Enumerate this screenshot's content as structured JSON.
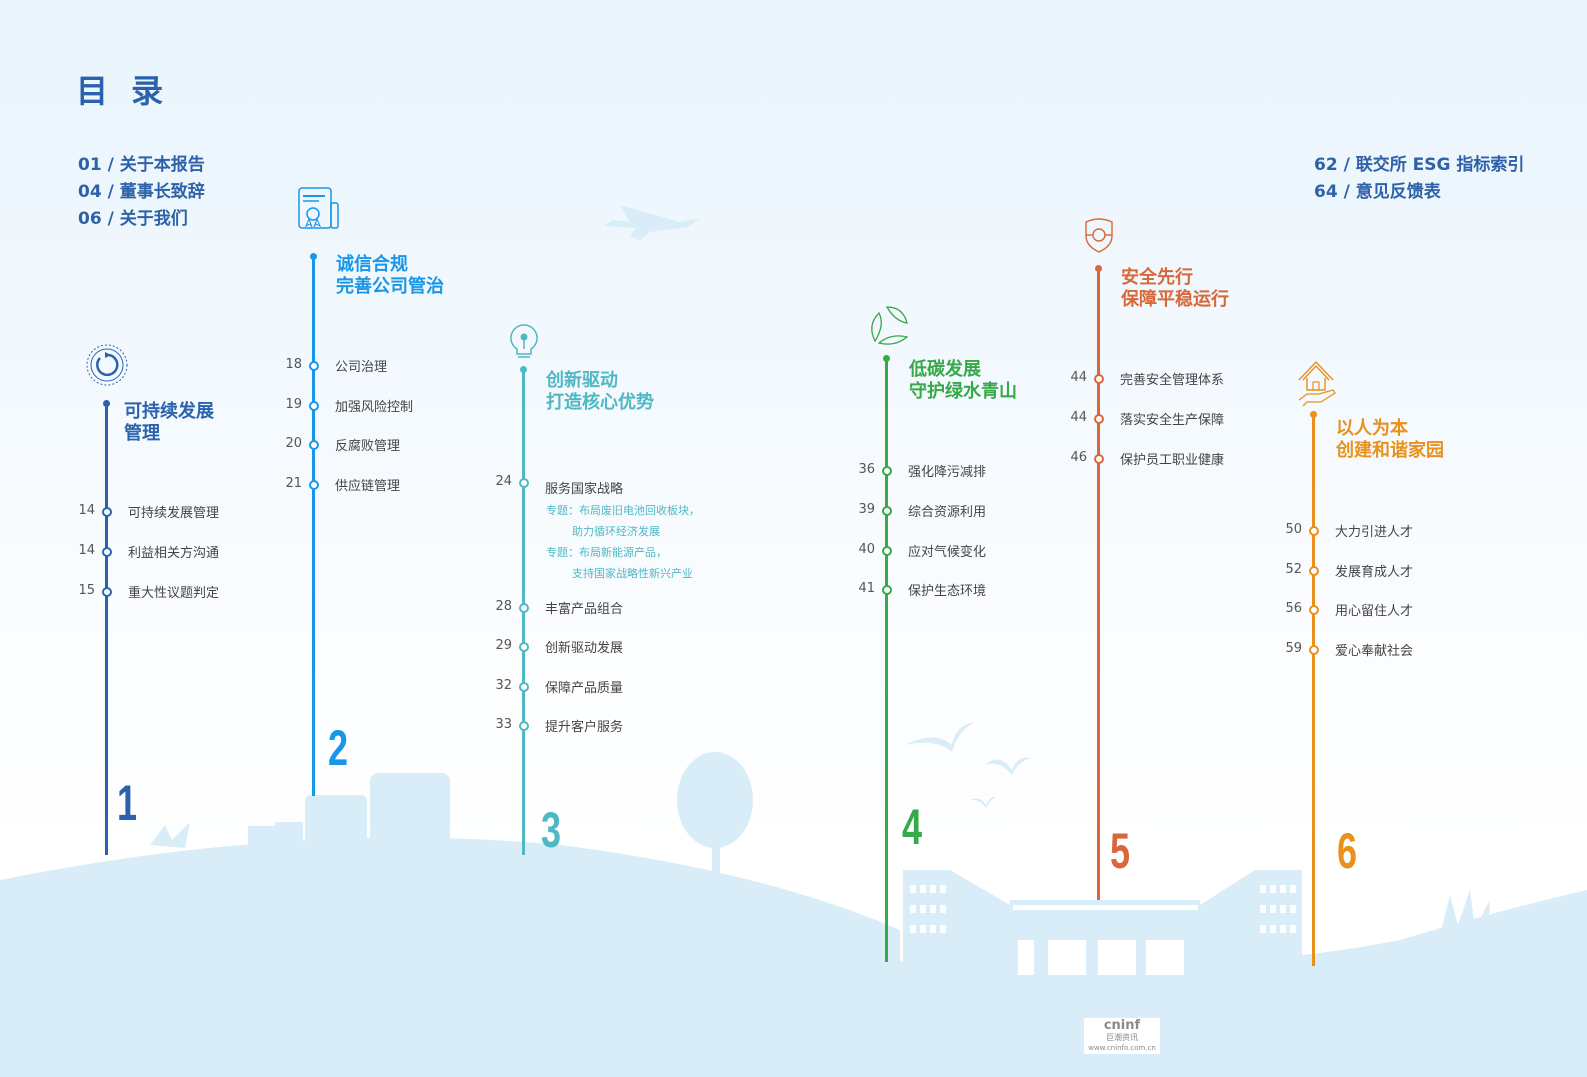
{
  "page_title": "目 录",
  "front_items": [
    {
      "page": "01",
      "label": "关于本报告"
    },
    {
      "page": "04",
      "label": "董事长致辞"
    },
    {
      "page": "06",
      "label": "关于我们"
    }
  ],
  "back_items": [
    {
      "page": "62",
      "label": "联交所 ESG 指标索引"
    },
    {
      "page": "64",
      "label": "意见反馈表"
    }
  ],
  "sections": [
    {
      "number": "1",
      "color": "#2a62ad",
      "icon": "cycle-arrow-icon",
      "title_line1": "可持续发展",
      "title_line2": "管理",
      "entries": [
        {
          "page": "14",
          "label": "可持续发展管理"
        },
        {
          "page": "14",
          "label": "利益相关方沟通"
        },
        {
          "page": "15",
          "label": "重大性议题判定"
        }
      ]
    },
    {
      "number": "2",
      "color": "#1a96e8",
      "icon": "certificate-icon",
      "title_line1": "诚信合规",
      "title_line2": "完善公司管治",
      "entries": [
        {
          "page": "18",
          "label": "公司治理"
        },
        {
          "page": "19",
          "label": "加强风险控制"
        },
        {
          "page": "20",
          "label": "反腐败管理"
        },
        {
          "page": "21",
          "label": "供应链管理"
        }
      ]
    },
    {
      "number": "3",
      "color": "#4fb8c4",
      "icon": "lightbulb-icon",
      "title_line1": "创新驱动",
      "title_line2": "打造核心优势",
      "entries": [
        {
          "page": "24",
          "label": "服务国家战略"
        },
        {
          "page": "28",
          "label": "丰富产品组合"
        },
        {
          "page": "29",
          "label": "创新驱动发展"
        },
        {
          "page": "32",
          "label": "保障产品质量"
        },
        {
          "page": "33",
          "label": "提升客户服务"
        }
      ],
      "specials": [
        {
          "prefix": "专题：",
          "line1": "布局废旧电池回收板块，",
          "line2": "助力循环经济发展"
        },
        {
          "prefix": "专题：",
          "line1": "布局新能源产品，",
          "line2": "支持国家战略性新兴产业"
        }
      ]
    },
    {
      "number": "4",
      "color": "#36a948",
      "icon": "recycle-leaves-icon",
      "title_line1": "低碳发展",
      "title_line2": "守护绿水青山",
      "entries": [
        {
          "page": "36",
          "label": "强化降污减排"
        },
        {
          "page": "39",
          "label": "综合资源利用"
        },
        {
          "page": "40",
          "label": "应对气候变化"
        },
        {
          "page": "41",
          "label": "保护生态环境"
        }
      ]
    },
    {
      "number": "5",
      "color": "#d9673a",
      "icon": "shield-icon",
      "title_line1": "安全先行",
      "title_line2": "保障平稳运行",
      "entries": [
        {
          "page": "44",
          "label": "完善安全管理体系"
        },
        {
          "page": "44",
          "label": "落实安全生产保障"
        },
        {
          "page": "46",
          "label": "保护员工职业健康"
        }
      ]
    },
    {
      "number": "6",
      "color": "#e8911c",
      "icon": "house-in-hand-icon",
      "title_line1": "以人为本",
      "title_line2": "创建和谐家园",
      "entries": [
        {
          "page": "50",
          "label": "大力引进人才"
        },
        {
          "page": "52",
          "label": "发展育成人才"
        },
        {
          "page": "56",
          "label": "用心留住人才"
        },
        {
          "page": "59",
          "label": "爱心奉献社会"
        }
      ]
    }
  ],
  "watermark": {
    "brand": "cninf",
    "name_cn": "巨潮资讯",
    "url": "www.cninfo.com.cn"
  },
  "colors": {
    "title_blue": "#2a62ad",
    "scenery": "#d8edf7"
  }
}
